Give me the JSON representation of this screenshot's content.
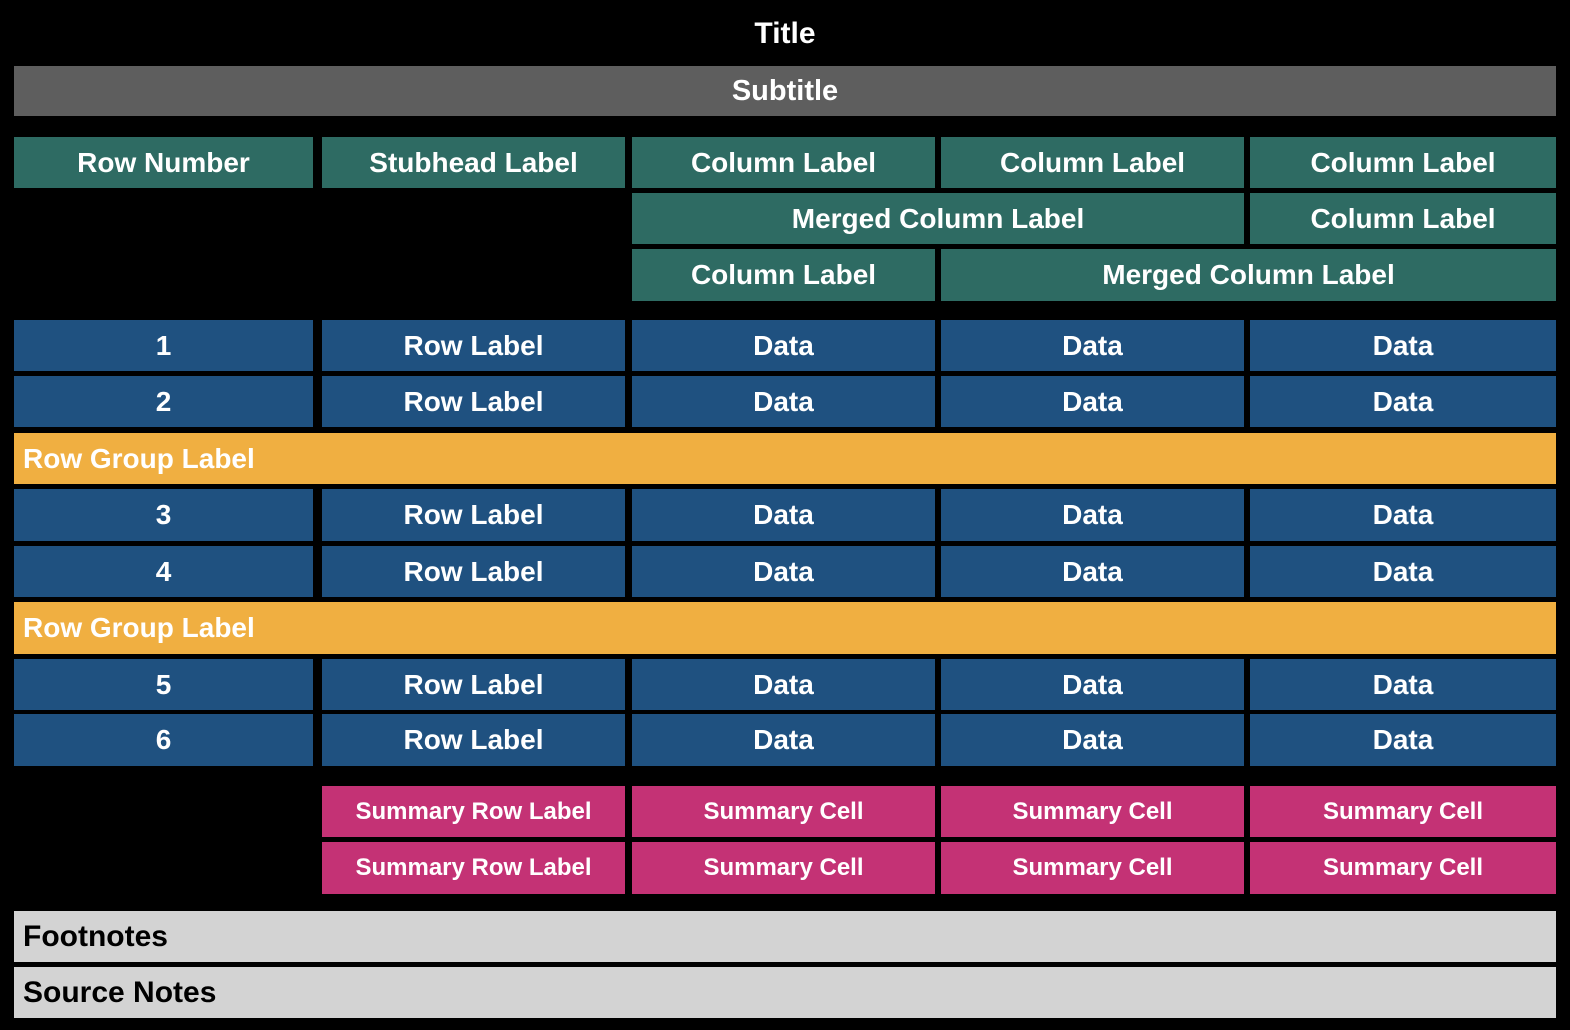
{
  "title": "Title",
  "subtitle": "Subtitle",
  "colors": {
    "background": "#000000",
    "subtitle_bar": "#5E5E5E",
    "column_header_teal": "#2E6B63",
    "data_row_blue": "#1F5180",
    "row_group_orange": "#F0AF41",
    "summary_pink": "#C43275",
    "notes_gray": "#D3D3D3",
    "text_light": "#FFFFFF",
    "text_dark": "#000000"
  },
  "header": {
    "row1": [
      "Row Number",
      "Stubhead Label",
      "Column Label",
      "Column Label",
      "Column Label"
    ],
    "row2": {
      "merged": "Merged Column Label",
      "col5": "Column Label"
    },
    "row3": {
      "col3": "Column Label",
      "merged": "Merged Column Label"
    }
  },
  "body": {
    "rows": [
      {
        "type": "data",
        "num": "1",
        "label": "Row Label",
        "data": [
          "Data",
          "Data",
          "Data"
        ]
      },
      {
        "type": "data",
        "num": "2",
        "label": "Row Label",
        "data": [
          "Data",
          "Data",
          "Data"
        ]
      },
      {
        "type": "group",
        "label": "Row Group Label"
      },
      {
        "type": "data",
        "num": "3",
        "label": "Row Label",
        "data": [
          "Data",
          "Data",
          "Data"
        ]
      },
      {
        "type": "data",
        "num": "4",
        "label": "Row Label",
        "data": [
          "Data",
          "Data",
          "Data"
        ]
      },
      {
        "type": "group",
        "label": "Row Group Label"
      },
      {
        "type": "data",
        "num": "5",
        "label": "Row Label",
        "data": [
          "Data",
          "Data",
          "Data"
        ]
      },
      {
        "type": "data",
        "num": "6",
        "label": "Row Label",
        "data": [
          "Data",
          "Data",
          "Data"
        ]
      }
    ]
  },
  "summary": {
    "rows": [
      {
        "label": "Summary Row Label",
        "cells": [
          "Summary Cell",
          "Summary Cell",
          "Summary Cell"
        ]
      },
      {
        "label": "Summary Row Label",
        "cells": [
          "Summary Cell",
          "Summary Cell",
          "Summary Cell"
        ]
      }
    ]
  },
  "footnotes": "Footnotes",
  "source_notes": "Source Notes"
}
